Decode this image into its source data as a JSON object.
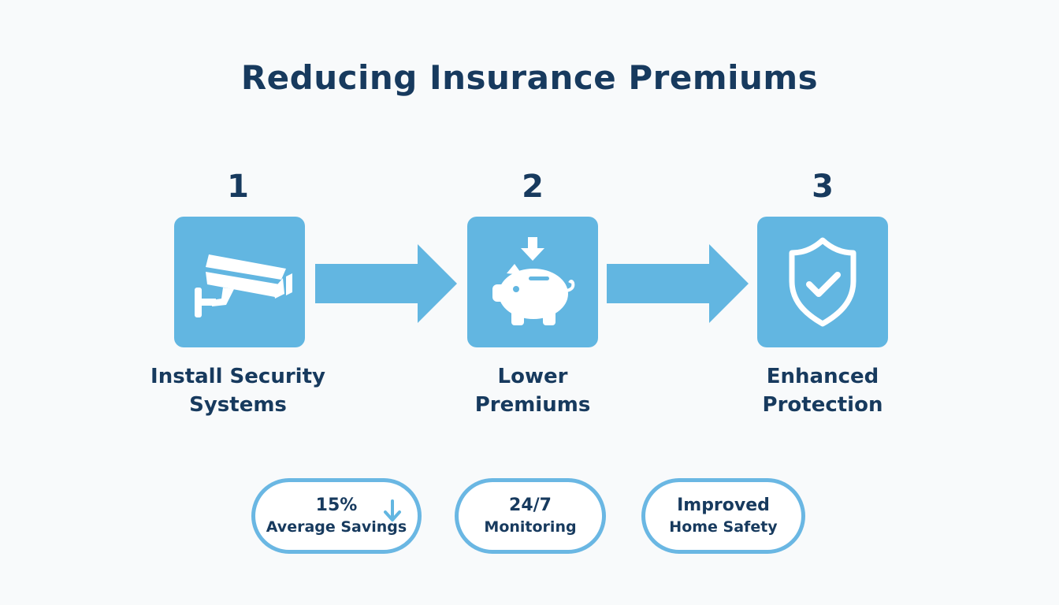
{
  "title": "Reducing Insurance Premiums",
  "colors": {
    "accent": "#62b6e1",
    "pill_border": "#6ab7e3",
    "text": "#173a5e",
    "background": "#f8fafb"
  },
  "steps": [
    {
      "number": "1",
      "icon": "security-camera-icon",
      "label_line1": "Install Security",
      "label_line2": "Systems"
    },
    {
      "number": "2",
      "icon": "piggy-bank-icon",
      "label_line1": "Lower",
      "label_line2": "Premiums"
    },
    {
      "number": "3",
      "icon": "shield-check-icon",
      "label_line1": "Enhanced",
      "label_line2": "Protection"
    }
  ],
  "connectors": [
    "arrow-right-icon",
    "arrow-right-icon"
  ],
  "benefits": [
    {
      "line1": "15%",
      "line2": "Average Savings",
      "icon": "arrow-down-icon"
    },
    {
      "line1": "24/7",
      "line2": "Monitoring"
    },
    {
      "line1": "Improved",
      "line2": "Home Safety"
    }
  ]
}
